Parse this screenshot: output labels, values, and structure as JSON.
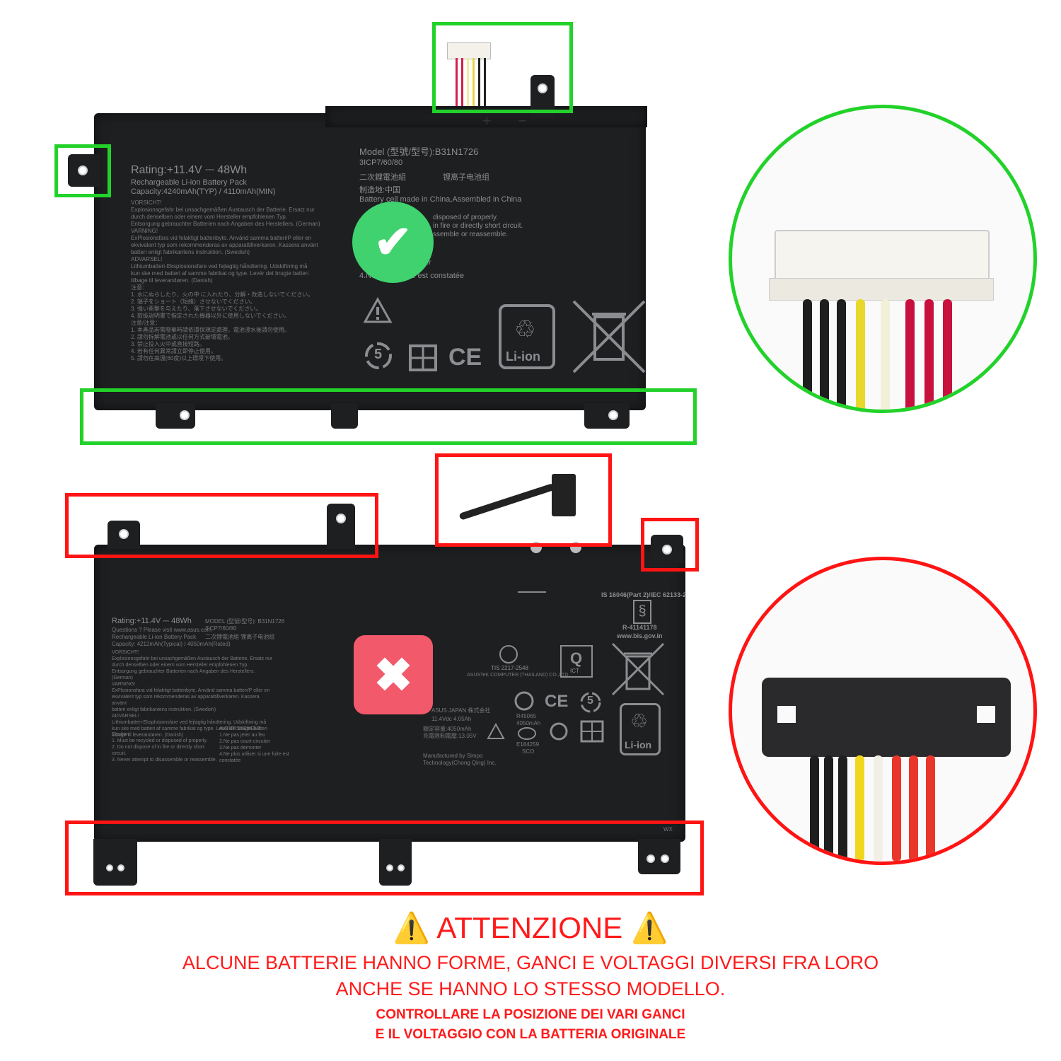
{
  "colors": {
    "ok": "#22d22a",
    "bad": "#ff1414",
    "warning_text": "#ff1a1a",
    "battery": "#1e1f21"
  },
  "top_battery": {
    "polarity_plus": "+",
    "polarity_minus": "−",
    "rating": "Rating:+11.4V ⎓ 48Wh",
    "pack": "Rechargeable Li-ion Battery Pack",
    "capacity": "Capacity:4240mAh(TYP) / 4110mAh(MIN)",
    "model": "Model (型號/型号):B31N1726",
    "cell_code": "3ICP7/60/80",
    "cn_type_1": "二次鋰電池組",
    "cn_type_2": "锂离子电池组",
    "made_in": "制造地:中国",
    "cell_made": "Battery cell made in China,Assembled in China",
    "caution_fragment_1": "disposed of properly.",
    "caution_fragment_2": "in fire or directly short circuit.",
    "caution_fragment_3": "ssemble or reassemble.",
    "caution_fragment_4": "ter",
    "caution_fragment_5": "4.Ne           si une fuite est constatée",
    "vorsicht": "VORSICHT!\nExplosionsgefahr bei unsachgemäßen Austausch der Batterie. Ersatz nur\ndurch denselben oder einem vom Hersteller empfohlenen Typ.\nEntsorgung gebrauchter Batterien nach Angaben des Herstellers. (German)\nVARNING!\nExPlosionsfara vid felaktigt batteribyte. Använd samma batteri/P eller en\nekvivalent typ som rekommenderas av apparattillverkaren. Kassera använt\nbatteri enligt fabrikantens instruktion. (Swedish)\nADVARSEL!\nLithiumbatteri-Eksplosionsfare ved fejlagtig håndtering. Udskiftning må\nkun ske med batteri af samme fabrikat og type. Levér det brugte batteri\ntilbage til leverandøren. (Danish)",
    "jp_notes": "注意：\n1. 水にぬらしたり、火の中 に入れたり、分解・改造しないでください。\n2. 端子をショート（短絡）させないでください。\n3. 強い衝撃を与えたり、落下させないでください。\n4. 取扱説明書で指定された機器以外に使用しないでください。",
    "cn_notes": "注意/注意：\n1. 本產品若需廢棄時請依環保規定處理，電池浸水後請勿使用。\n2. 請勿拆解電池或以任何方式破壞電池。\n3. 禁止投入火中或直接短路。\n4. 若有任何異常請立即停止使用。\n5. 請勿在高溫(60度)以上環境下使用。",
    "li_ion": "Li-ion",
    "ce": "CE",
    "five": "5"
  },
  "bottom_battery": {
    "rating": "Rating:+11.4V ⎓ 48Wh",
    "questions": "Questions ? Please visit www.asus.com",
    "pack": "Rechargeable Li-ion Battery Pack",
    "capacity": "Capacity: 4212mAh(Typical) / 4050mAh(Rated)",
    "model": "MODEL (型號/型号):  B31N1726",
    "cell_code": "3ICP7/60/80",
    "cn_type": "二次鋰電池組    锂离子电池组",
    "vorsicht": "VORSICHT!\nExplosionsgefahr bei unsachgemäßen Austausch der Batterie. Ersatz nur\ndurch denselben oder einem vom Hersteller empfohlenen Typ.\nEntsorgung gebrauchter Batterien nach Angaben des Herstellers. (German)\nVARNING!\nExPlosionsfara vid felaktigt batteribyte. Använd samma batteri/P eller en\nekvivalent typ som rekommenderas av apparattillverkaren. Kassera använt\nbatteri enligt fabrikantens instruktion. (Swedish)\nADVARSEL!\nLithiumbatteri-Eksplosionsfare ved fejlagtig håndtering. Udskiftning må\nkun ske med batteri af samme fabrikat og type. Levér det brugte batteri\ntilbage til leverandøren. (Danish)",
    "caution": "Caution:\n1. Must be recycled or disposed of properly.\n2. Do not dispose of in fire or directly short circuit.\n3. Never attempt to disassemble or reassemble.",
    "avertissement": "AVERTISSEMENT:\n1.Ne pas jeter au feu\n2.Ne pas court-circuiter\n3.Ne pas demonter\n4.Ne plus utiliser si une fuite est constatée",
    "is_code": "IS 16046(Part 2)/IEC 62133-2",
    "r_number": "R-41141178",
    "bis_url": "www.bis.gov.in",
    "tis": "TIS  2217-2548",
    "asustek": "ASUSTeK COMPUTER (THAILAND) CO.,LTD.",
    "asus_japan": "ASUS JAPAN 株式会社",
    "voltage_jp": "11.4Vdc   4.05Ah",
    "r45065": "R45065",
    "r45065_cap": "4050mAh",
    "e184259": "E184259",
    "sco": "SCO",
    "manufactured": "Manufactured by Simpo\nTechnology(Chong Qing) Inc.",
    "rated_cn": "額定容量:4050mAh\n充電限制電壓:13.05V",
    "ict": "ICT",
    "li_ion": "Li-ion",
    "ce": "CE",
    "five": "5",
    "wx": "WX"
  },
  "status_marks": {
    "ok": "✔",
    "bad": "✖"
  },
  "footer": {
    "attention": "ATTENZIONE",
    "warning_symbol": "⚠️",
    "line1": "ALCUNE BATTERIE HANNO FORME, GANCI E VOLTAGGI DIVERSI FRA LORO",
    "line2": "ANCHE SE HANNO LO STESSO MODELLO.",
    "line3": "CONTROLLARE LA POSIZIONE DEI VARI GANCI",
    "line4": "E IL VOLTAGGIO CON LA BATTERIA ORIGINALE"
  }
}
